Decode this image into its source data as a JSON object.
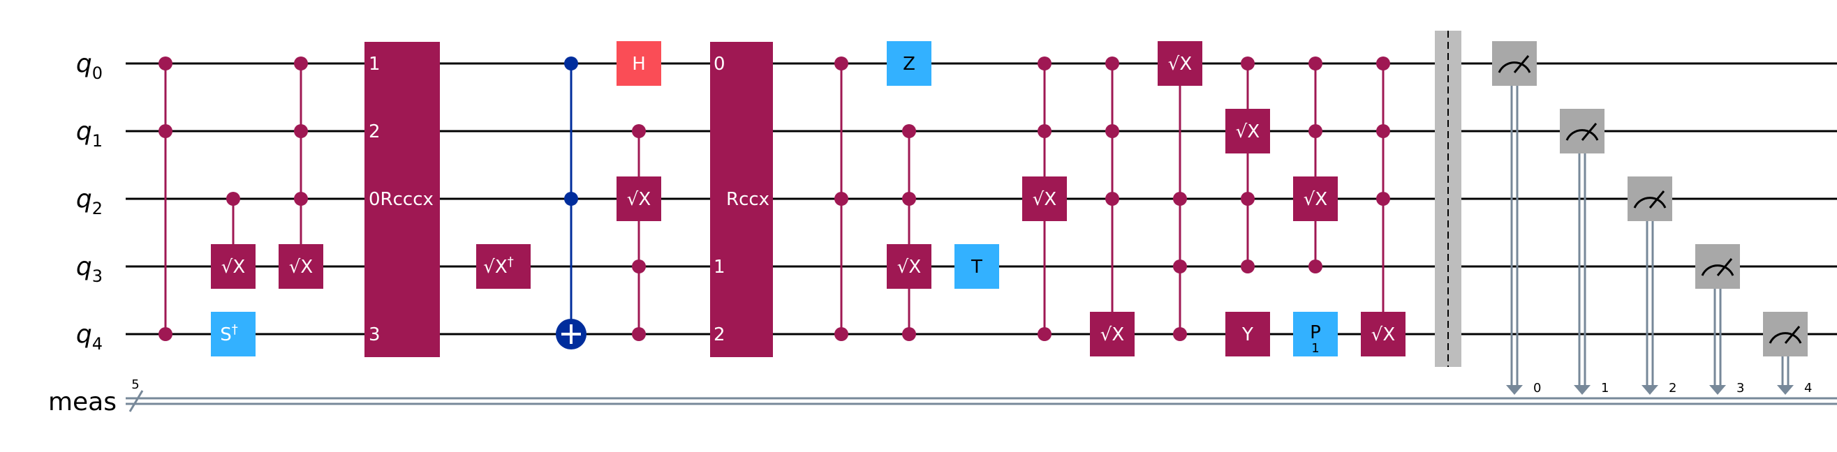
{
  "circuit": {
    "qubits": [
      "q",
      "q",
      "q",
      "q",
      "q"
    ],
    "qubit_indices": [
      "0",
      "1",
      "2",
      "3",
      "4"
    ],
    "classical_register": "meas",
    "classical_size": "5",
    "colors": {
      "controlled": "#9f1853",
      "pauli_blue": "#33b1ff",
      "hadamard": "#fa4d56",
      "cnot": "#002d9c",
      "measure": "#a8a8a8",
      "barrier": "#bdbdbd",
      "classical_wire": "#778899"
    },
    "gates": {
      "sx": "√X",
      "sxdg": "√X",
      "sxdg_sup": "†",
      "sdg": "S",
      "sdg_sup": "†",
      "h": "H",
      "z": "Z",
      "t": "T",
      "y": "Y",
      "p": "P",
      "p_param": "1"
    },
    "rcccx": {
      "name": "Rcccx",
      "ports": [
        "1",
        "2",
        "0",
        "3"
      ]
    },
    "rccx": {
      "name": "Rccx",
      "ports": [
        "0",
        "1",
        "2"
      ]
    },
    "measure_bits": [
      "0",
      "1",
      "2",
      "3",
      "4"
    ]
  }
}
